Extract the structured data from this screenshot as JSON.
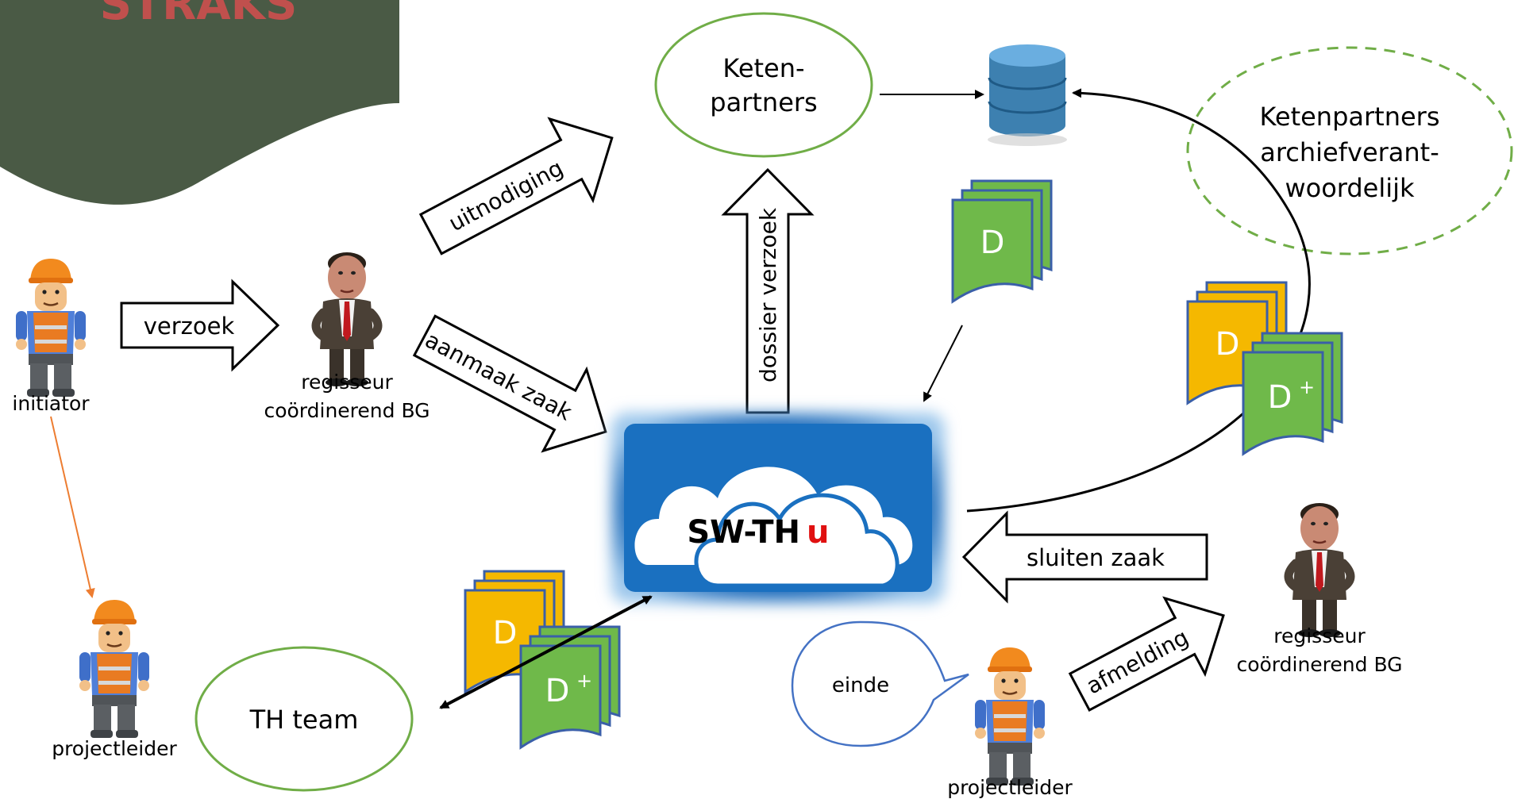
{
  "banner": {
    "title": "STRAKS",
    "bg_color": "#4a5a45",
    "title_color": "#c0504d"
  },
  "actors": {
    "initiator": "initiator",
    "regisseur_top": [
      "regisseur",
      "coördinerend BG"
    ],
    "projectleider_left": "projectleider",
    "projectleider_bottom": "projectleider",
    "regisseur_right": [
      "regisseur",
      "coördinerend BG"
    ]
  },
  "nodes": {
    "ketenpartners": [
      "Keten-",
      "partners"
    ],
    "archief": [
      "Ketenpartners",
      "archiefverant-",
      "woordelijk"
    ],
    "th_team": "TH team",
    "einde": "einde",
    "cloud": {
      "name": "SW-TH",
      "suffix": "u"
    }
  },
  "arrows": {
    "verzoek": "verzoek",
    "uitnodiging": "uitnodiging",
    "aanmaak_zaak": "aanmaak zaak",
    "dossier_verzoek": "dossier verzoek",
    "sluiten_zaak": "sluiten zaak",
    "afmelding": "afmelding"
  },
  "documents": {
    "d": "D",
    "dplus": "D",
    "plus_sup": "+"
  },
  "colors": {
    "green_doc": "#6fb94a",
    "yellow_doc": "#f5b800",
    "doc_border": "#3a5fa8",
    "ellipse_green": "#70ad47",
    "ellipse_blue": "#4472c4",
    "arrow_orange": "#ed7d31",
    "cloud_blue": "#1e78c8",
    "suffix_red": "#e01010",
    "database": "#3d80b0"
  }
}
